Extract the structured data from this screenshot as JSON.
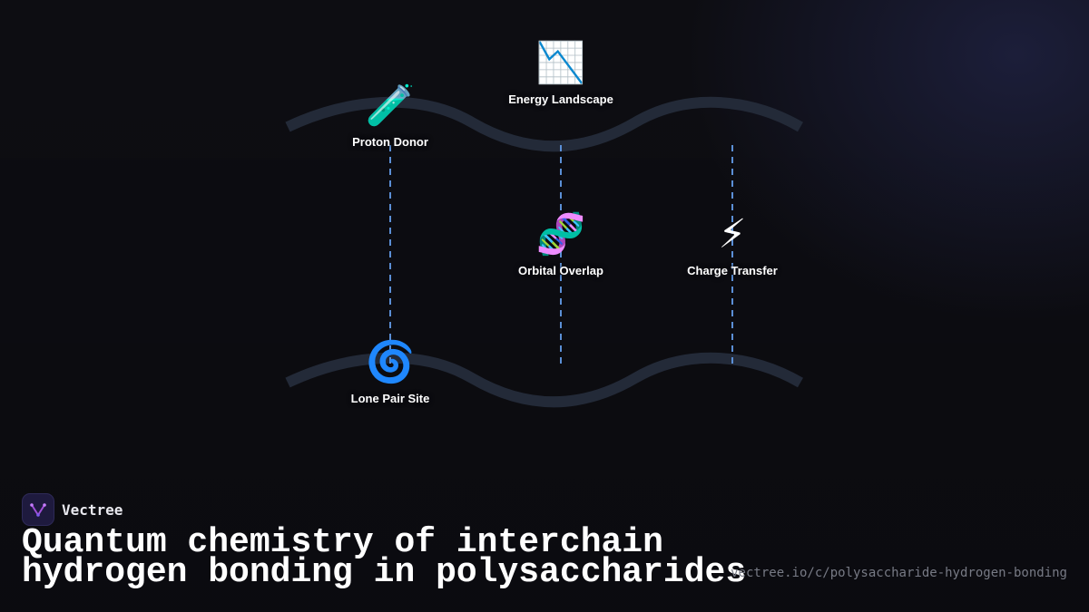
{
  "diagram": {
    "nodes": [
      {
        "id": "energy",
        "icon": "chart-decreasing-icon",
        "emoji": "📉",
        "label": "Energy Landscape"
      },
      {
        "id": "proton",
        "icon": "test-tube-icon",
        "emoji": "🧪",
        "label": "Proton Donor"
      },
      {
        "id": "orbital",
        "icon": "dna-icon",
        "emoji": "🧬",
        "label": "Orbital Overlap"
      },
      {
        "id": "charge",
        "icon": "lightning-icon",
        "emoji": "⚡",
        "label": "Charge Transfer"
      },
      {
        "id": "lonepair",
        "icon": "cyclone-icon",
        "emoji": "🌀",
        "label": "Lone Pair Site"
      }
    ],
    "colors": {
      "chain": "#232a38",
      "bond": "#5b8fd6"
    }
  },
  "brand": {
    "name": "Vectree",
    "logo_icon": "vectree-logo-icon"
  },
  "title": {
    "line1": "Quantum chemistry of interchain",
    "line2": "hydrogen bonding in polysaccharides"
  },
  "url": "vectree.io/c/polysaccharide-hydrogen-bonding"
}
